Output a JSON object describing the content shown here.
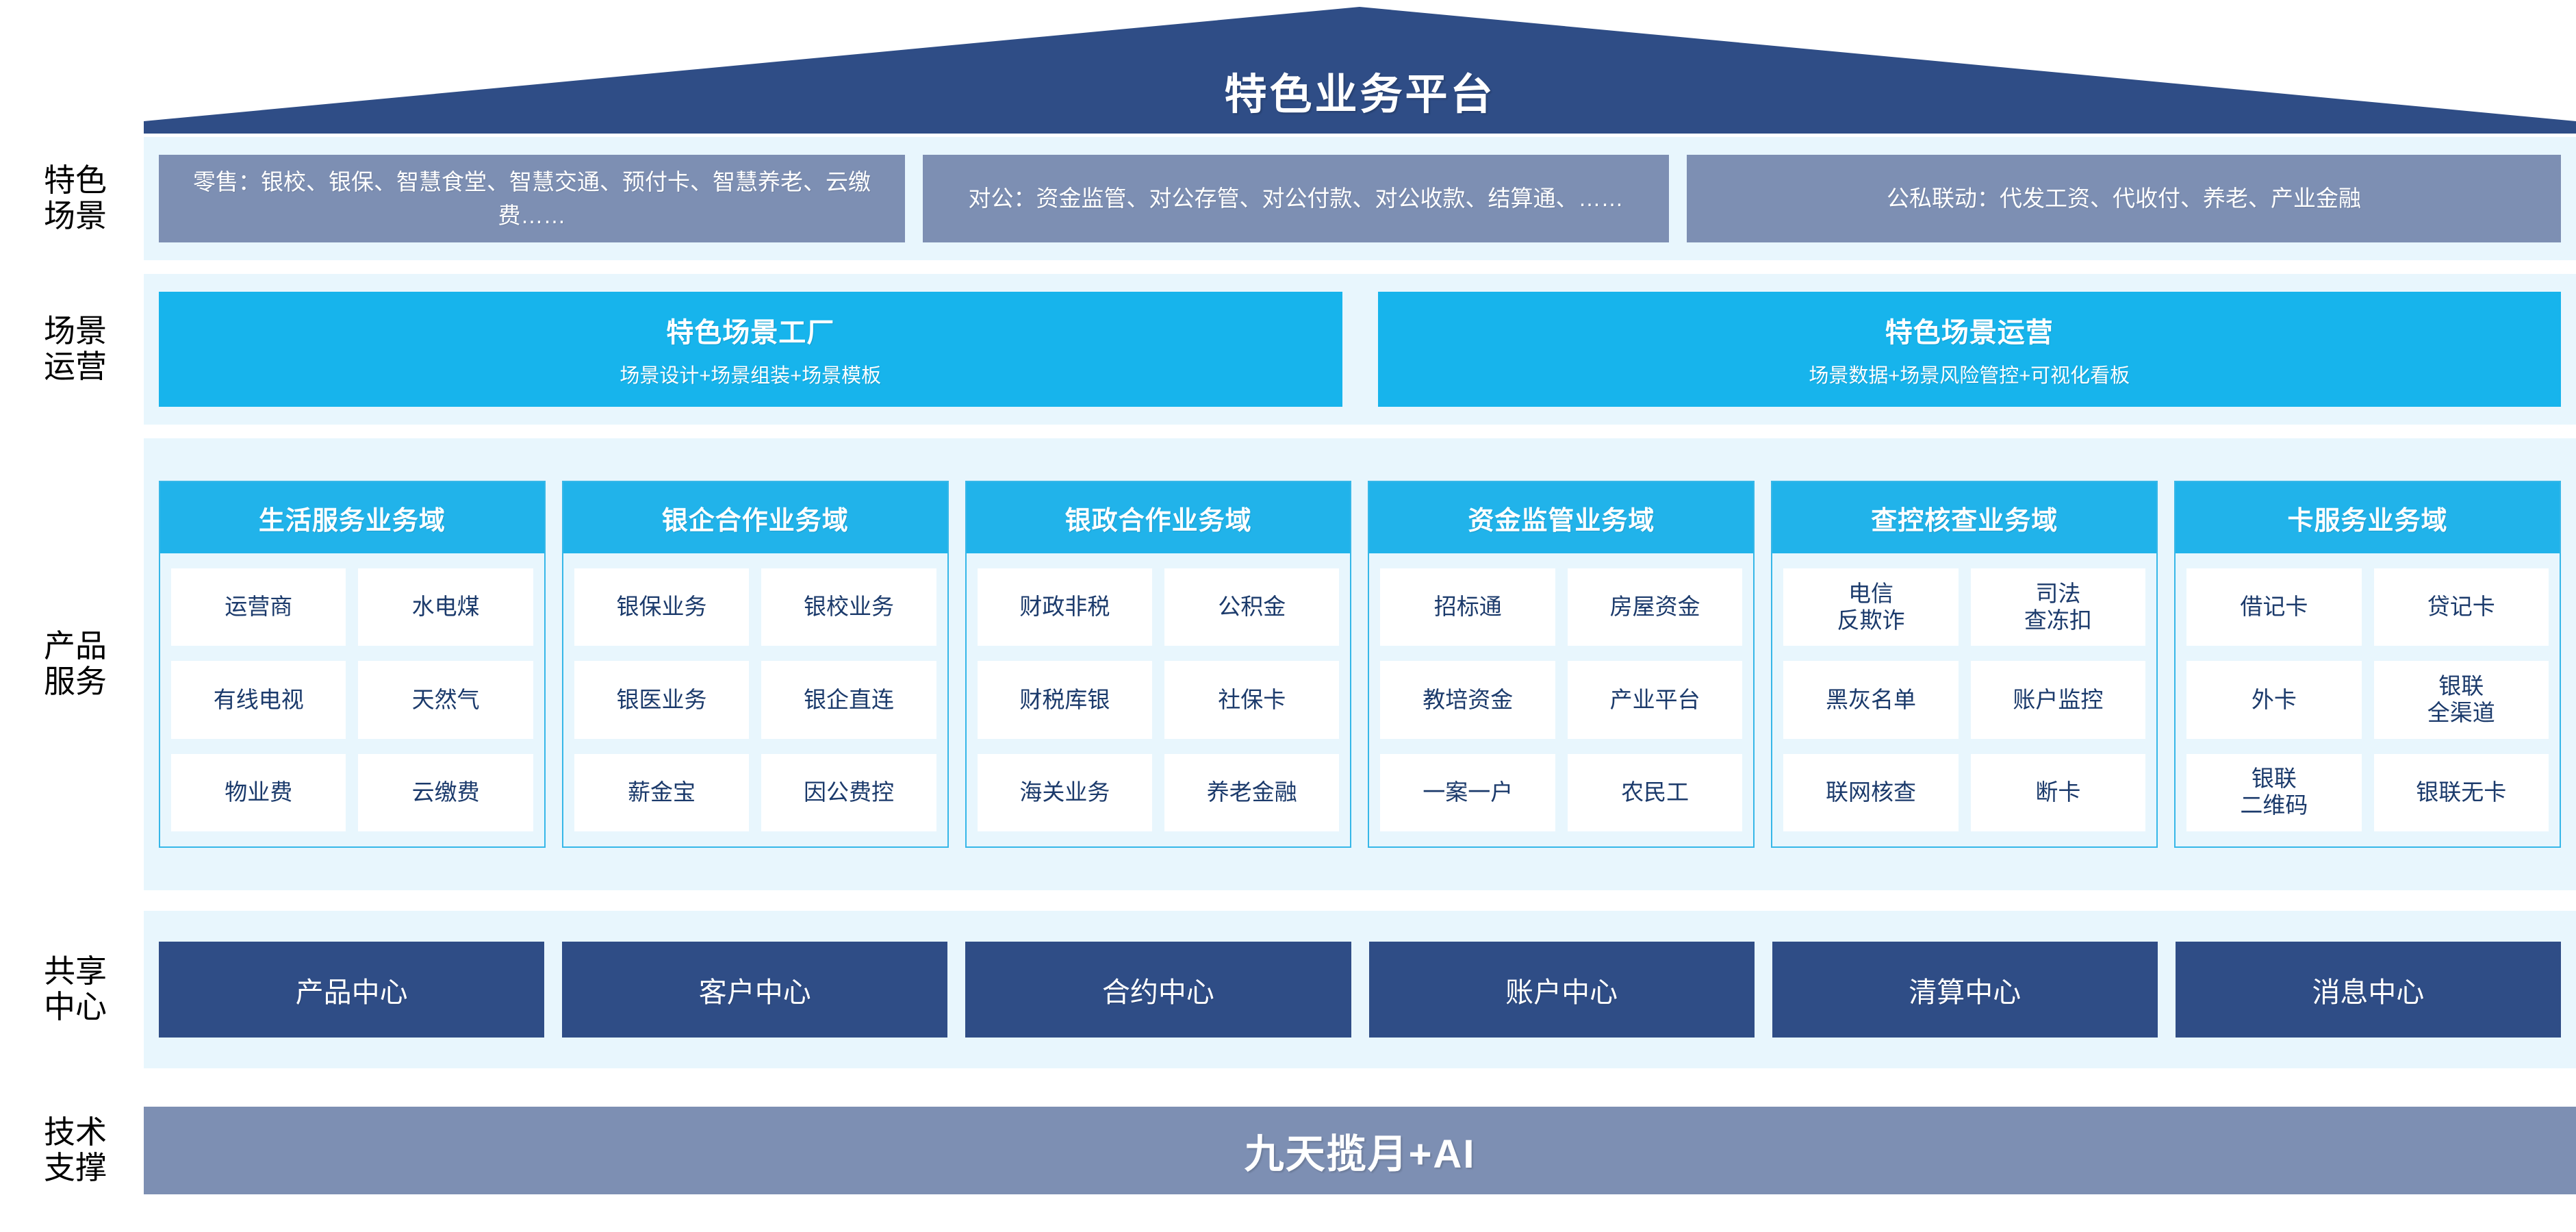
{
  "title": "特色业务平台",
  "row_labels": {
    "scene": [
      "特色",
      "场景"
    ],
    "operation": [
      "场景",
      "运营"
    ],
    "product": [
      "产品",
      "服务"
    ],
    "shared": [
      "共享",
      "中心"
    ],
    "tech": [
      "技术",
      "支撑"
    ]
  },
  "scenes": [
    {
      "text": "零售：银校、银保、智慧食堂、智慧交通、预付卡、智慧养老、云缴费……"
    },
    {
      "text": "对公：资金监管、对公存管、对公付款、对公收款、结算通、……"
    },
    {
      "text": "公私联动：代发工资、代收付、养老、产业金融"
    }
  ],
  "operations": [
    {
      "title": "特色场景工厂",
      "sub": "场景设计+场景组装+场景模板"
    },
    {
      "title": "特色场景运营",
      "sub": "场景数据+场景风险管控+可视化看板"
    }
  ],
  "domains": [
    {
      "title": "生活服务业务域",
      "items": [
        "运营商",
        "水电煤",
        "有线电视",
        "天然气",
        "物业费",
        "云缴费"
      ]
    },
    {
      "title": "银企合作业务域",
      "items": [
        "银保业务",
        "银校业务",
        "银医业务",
        "银企直连",
        "薪金宝",
        "因公费控"
      ]
    },
    {
      "title": "银政合作业务域",
      "items": [
        "财政非税",
        "公积金",
        "财税库银",
        "社保卡",
        "海关业务",
        "养老金融"
      ]
    },
    {
      "title": "资金监管业务域",
      "items": [
        "招标通",
        "房屋资金",
        "教培资金",
        "产业平台",
        "一案一户",
        "农民工"
      ]
    },
    {
      "title": "查控核查业务域",
      "items": [
        "电信\n反欺诈",
        "司法\n查冻扣",
        "黑灰名单",
        "账户监控",
        "联网核查",
        "断卡"
      ]
    },
    {
      "title": "卡服务业务域",
      "items": [
        "借记卡",
        "贷记卡",
        "外卡",
        "银联\n全渠道",
        "银联\n二维码",
        "银联无卡"
      ]
    }
  ],
  "shared_centers": [
    "产品中心",
    "客户中心",
    "合约中心",
    "账户中心",
    "清算中心",
    "消息中心"
  ],
  "tech_support": "九天揽月+AI",
  "colors": {
    "roof_navy": "#2f4d86",
    "scene_slate": "#7d8fb3",
    "operation_cyan": "#17b4ec",
    "domain_header_cyan": "#21b3ea",
    "panel_bg": "#e8f6fd",
    "shared_navy": "#2f4d86",
    "tech_slate": "#7d8fb3",
    "cell_text_navy": "#1b3a6b"
  }
}
